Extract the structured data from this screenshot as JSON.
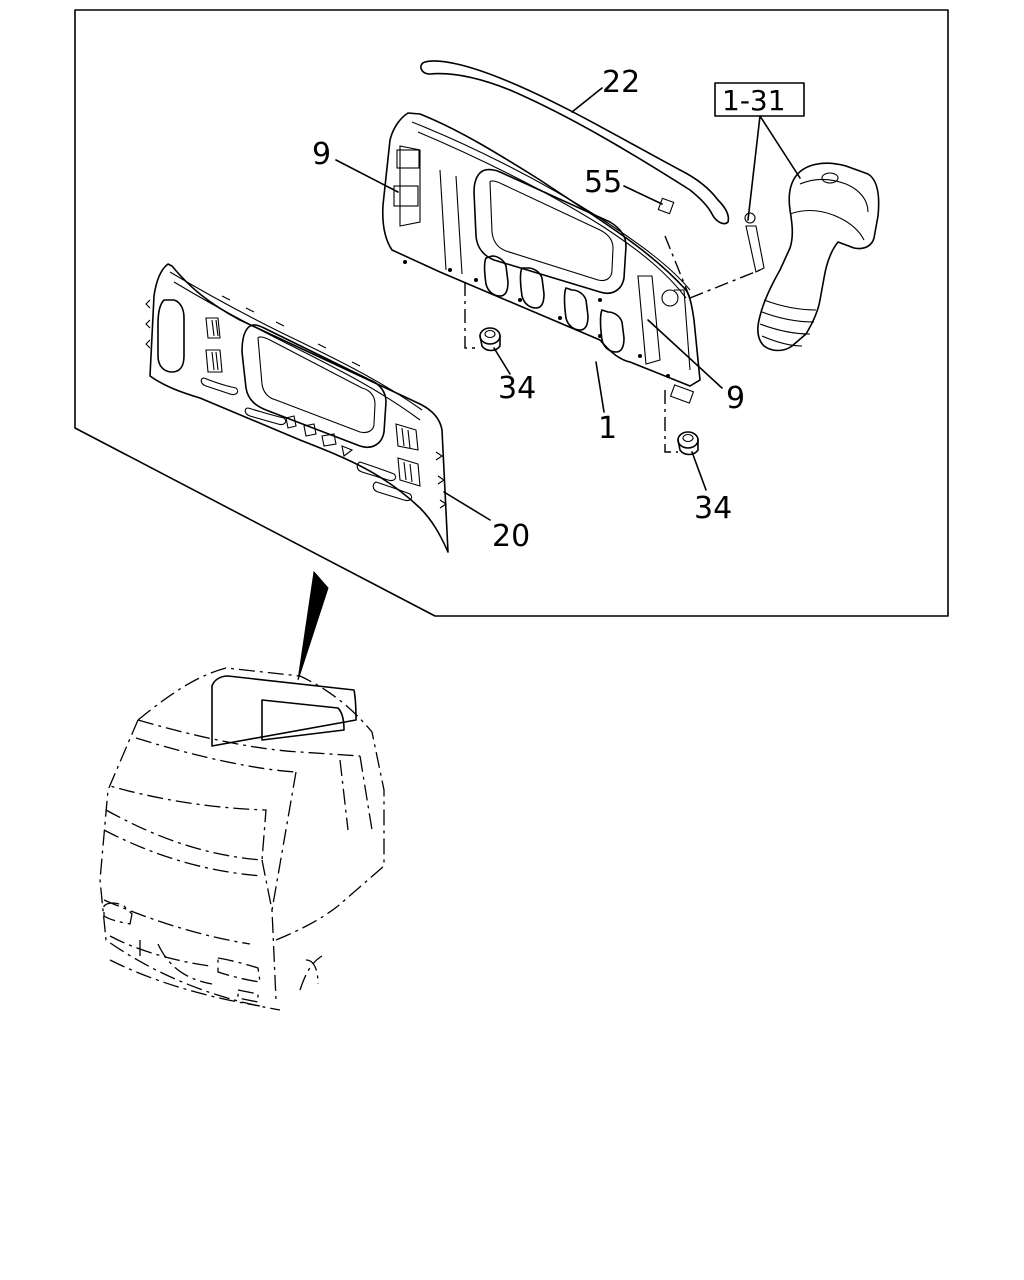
{
  "callouts": {
    "seal_top": "22",
    "bolt_left": "9",
    "label_plate": "55",
    "back_panel": "1",
    "bolt_right": "9",
    "grommet_upper": "34",
    "grommet_lower": "34",
    "inner_panel": "20"
  },
  "reference_box": {
    "label": "1-31"
  }
}
